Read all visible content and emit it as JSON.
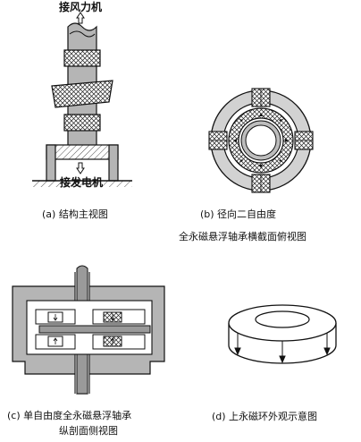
{
  "panel_a": {
    "top_label": "接风力机",
    "bottom_label": "接发电机",
    "caption": "(a) 结构主视图"
  },
  "panel_b": {
    "caption_line1": "(b) 径向二自由度",
    "caption_line2": "全永磁悬浮轴承横截面俯视图"
  },
  "panel_c": {
    "caption_line1": "(c) 单自由度全永磁悬浮轴承",
    "caption_line2": "纵剖面侧视图"
  },
  "panel_d": {
    "caption": "(d) 上永磁环外观示意图"
  }
}
